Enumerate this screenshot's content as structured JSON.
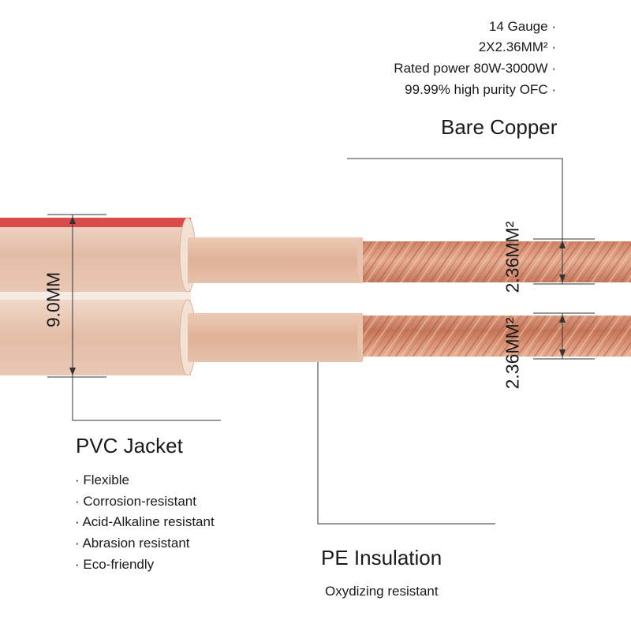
{
  "specs": [
    {
      "text": "14 Gauge",
      "bullet": "·"
    },
    {
      "text": "2X2.36MM²",
      "bullet": "·"
    },
    {
      "text": "Rated power 80W-3000W",
      "bullet": "·"
    },
    {
      "text": "99.99% high purity OFC",
      "bullet": "·"
    }
  ],
  "bare_copper": {
    "title": "Bare Copper"
  },
  "jacket_diameter": "9.0MM",
  "conductor_size_top": "2.36MM²",
  "conductor_size_bottom": "2.36MM²",
  "pvc_jacket": {
    "title": "PVC Jacket",
    "features": [
      "· Flexible",
      "· Corrosion-resistant",
      "· Acid-Alkaline resistant",
      "· Abrasion resistant",
      "· Eco-friendly"
    ]
  },
  "pe_insulation": {
    "title": "PE Insulation",
    "feature": "Oxydizing resistant"
  },
  "colors": {
    "jacket": "#e8c9b5",
    "stripe": "#d94c4c",
    "copper": "#d7957a",
    "copper_dark": "#b8684d",
    "line": "#333333"
  }
}
